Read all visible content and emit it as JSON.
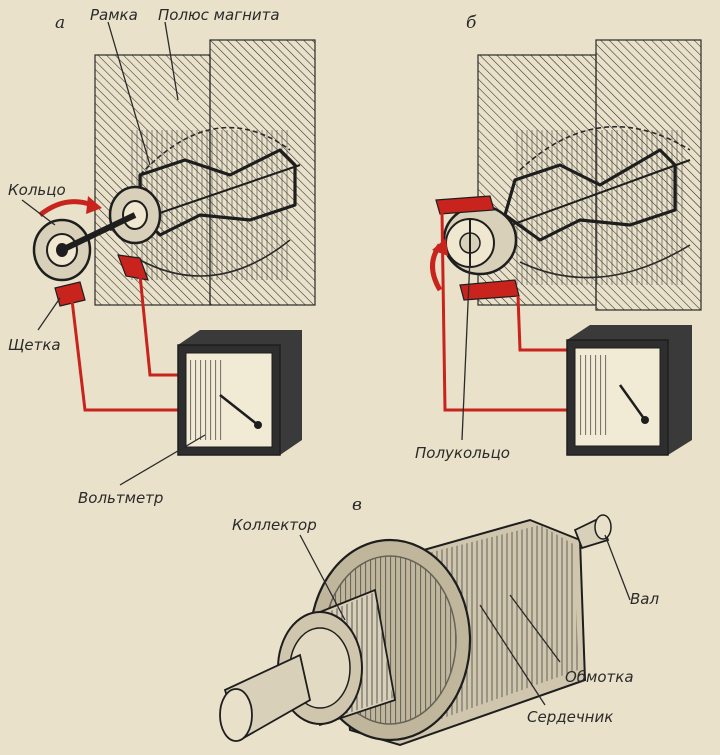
{
  "panels": {
    "a": "а",
    "b": "б",
    "c": "в"
  },
  "labels": {
    "frame": "Рамка",
    "magnet_pole": "Полюс магнита",
    "ring": "Кольцо",
    "brush": "Щетка",
    "voltmeter": "Вольтметр",
    "half_ring": "Полукольцо",
    "collector": "Коллектор",
    "shaft": "Вал",
    "winding": "Обмотка",
    "core": "Сердечник"
  },
  "colors": {
    "paper": "#e9e1c9",
    "ink": "#2a2a2a",
    "red": "#c8231d"
  }
}
